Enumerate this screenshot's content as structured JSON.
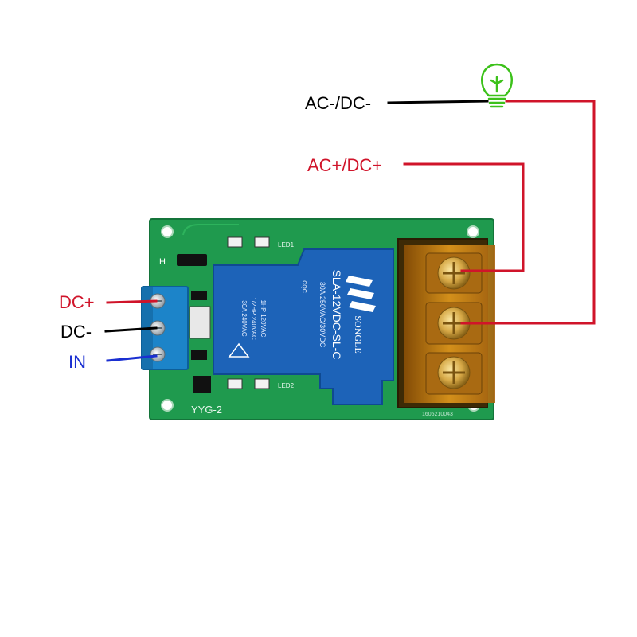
{
  "labels": {
    "ac_minus": "AC-/DC-",
    "ac_plus": "AC+/DC+",
    "dc_plus": "DC+",
    "dc_minus": "DC-",
    "in": "IN"
  },
  "relay": {
    "line1": "SLA-12VDC-SL-C",
    "line2": "30A 250VAC/30VDC",
    "line3": "1HP 120VAC",
    "line4": "1/2HP 240VAC",
    "line5": "30A 240VAC",
    "brand": "SONGLE",
    "cqc": "CQC"
  },
  "board": {
    "model": "YYG-2",
    "led1": "LED1",
    "led2": "LED2",
    "h_mark": "H",
    "serial": "1605210043"
  },
  "colors": {
    "pcb": "#1f9a4e",
    "pcb_edge": "#15803d",
    "relay_blue": "#1d63b8",
    "terminal_blue": "#1c84c9",
    "wire_red": "#d0142a",
    "wire_black": "#000000",
    "wire_blue": "#1a2fd1",
    "bulb_green": "#3cc11a",
    "amber": "#d98a10"
  }
}
